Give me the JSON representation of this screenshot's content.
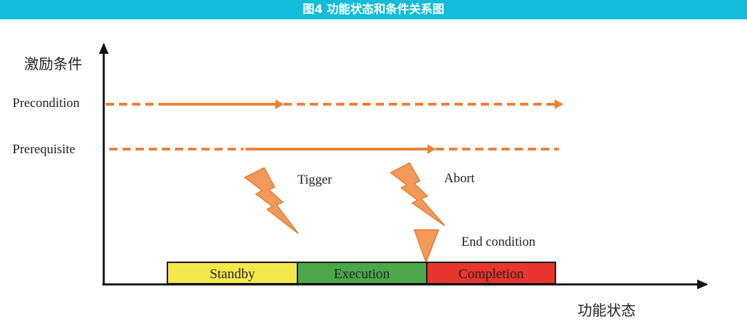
{
  "header": {
    "title": "图4 功能状态和条件关系图"
  },
  "axes": {
    "y_label": "激励条件",
    "x_label": "功能状态"
  },
  "conditions": [
    {
      "label": "Precondition"
    },
    {
      "label": "Prerequisite"
    }
  ],
  "events": {
    "trigger": "Tigger",
    "abort": "Abort",
    "end_condition": "End condition"
  },
  "states": [
    {
      "label": "Standby",
      "color": "#f5e84a"
    },
    {
      "label": "Execution",
      "color": "#4aa84a"
    },
    {
      "label": "Completion",
      "color": "#e8352e"
    }
  ],
  "colors": {
    "accent": "#ee7f35",
    "header": "#13bcd8"
  }
}
